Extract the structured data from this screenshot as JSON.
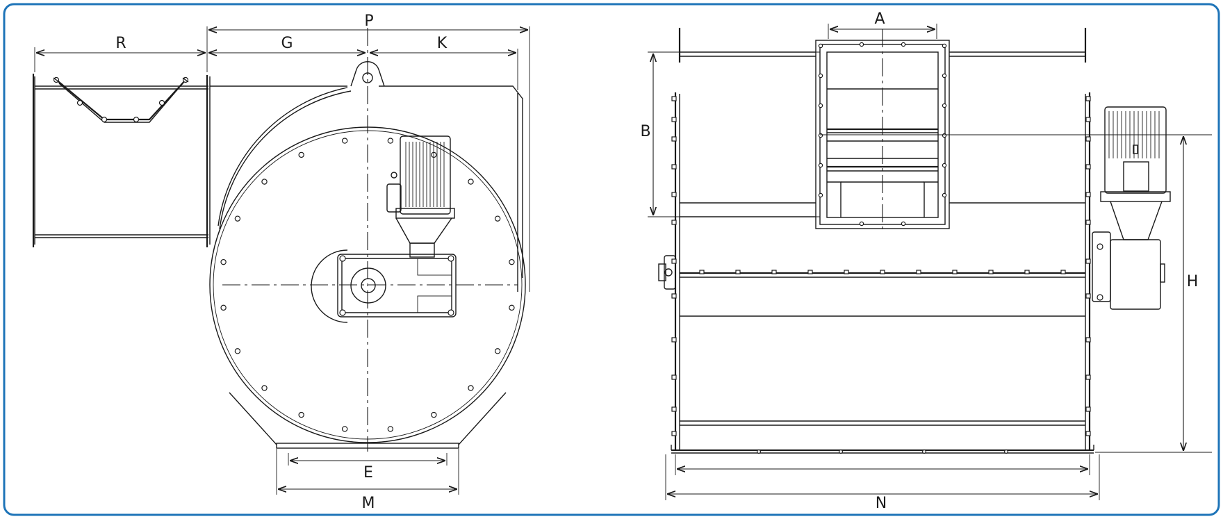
{
  "colors": {
    "frame_border": "#1e74b8",
    "linework": "#1a1a1a",
    "background": "#ffffff"
  },
  "views": [
    {
      "name": "side-view",
      "labels": {
        "R": "R",
        "G": "G",
        "P": "P",
        "K": "K",
        "E": "E",
        "M": "M"
      }
    },
    {
      "name": "front-view",
      "labels": {
        "A": "A",
        "B": "B",
        "H": "H",
        "N": "N"
      }
    }
  ]
}
